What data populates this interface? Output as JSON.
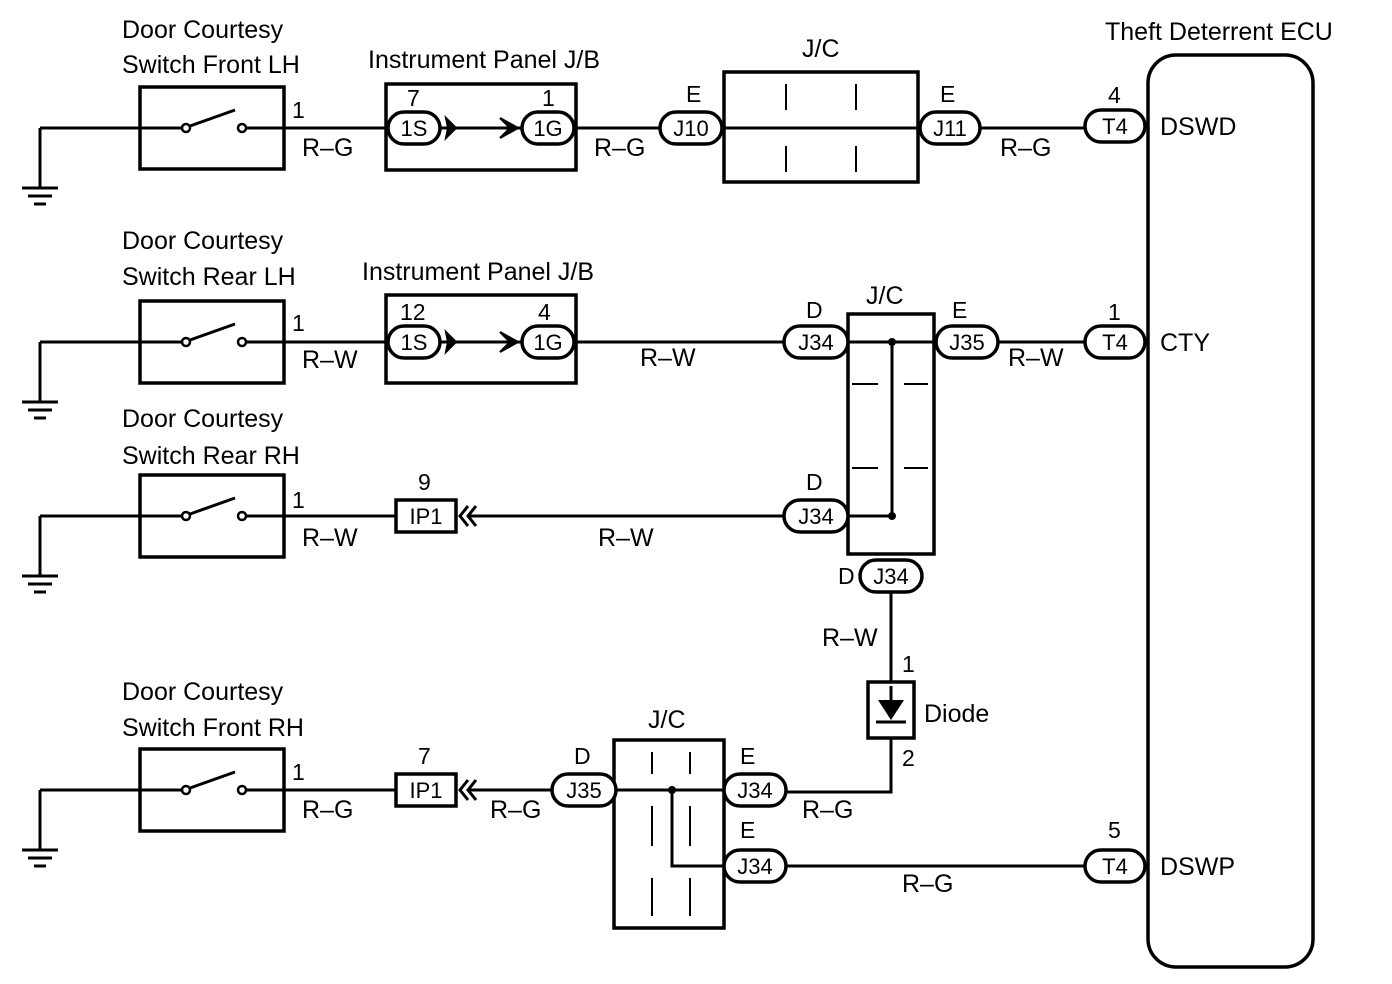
{
  "ecu": {
    "title": "Theft Deterrent ECU",
    "pins": [
      {
        "num": "4",
        "conn": "T4",
        "name": "DSWD"
      },
      {
        "num": "1",
        "conn": "T4",
        "name": "CTY"
      },
      {
        "num": "5",
        "conn": "T4",
        "name": "DSWP"
      }
    ]
  },
  "switches": [
    {
      "line1": "Door Courtesy",
      "line2": "Switch Front LH",
      "pin": "1",
      "wire": "R–G"
    },
    {
      "line1": "Door Courtesy",
      "line2": "Switch Rear LH",
      "pin": "1",
      "wire": "R–W"
    },
    {
      "line1": "Door Courtesy",
      "line2": "Switch Rear RH",
      "pin": "1",
      "wire": "R–W"
    },
    {
      "line1": "Door Courtesy",
      "line2": "Switch Front RH",
      "pin": "1",
      "wire": "R–G"
    }
  ],
  "jb_blocks": [
    {
      "title": "Instrument Panel J/B",
      "pin_left": "7",
      "conn_left": "1S",
      "pin_right": "1",
      "conn_right": "1G"
    },
    {
      "title": "Instrument Panel J/B",
      "pin_left": "12",
      "conn_left": "1S",
      "pin_right": "4",
      "conn_right": "1G"
    }
  ],
  "jc_blocks": [
    {
      "title": "J/C"
    },
    {
      "title": "J/C"
    },
    {
      "title": "J/C"
    }
  ],
  "connectors": {
    "j10": {
      "letter": "E",
      "label": "J10"
    },
    "j11": {
      "letter": "E",
      "label": "J11"
    },
    "j34_a": {
      "letter": "D",
      "label": "J34"
    },
    "j35_a": {
      "letter": "E",
      "label": "J35"
    },
    "j34_b": {
      "letter": "D",
      "label": "J34"
    },
    "j34_c": {
      "letter": "D",
      "label": "J34"
    },
    "j35_b": {
      "letter": "D",
      "label": "J35"
    },
    "j34_d": {
      "letter": "E",
      "label": "J34"
    },
    "j34_e": {
      "letter": "E",
      "label": "J34"
    }
  },
  "ip1_a": {
    "pin": "9",
    "label": "IP1"
  },
  "ip1_b": {
    "pin": "7",
    "label": "IP1"
  },
  "diode": {
    "label": "Diode",
    "pin_top": "1",
    "pin_bottom": "2"
  },
  "wires": {
    "row1_mid": "R–G",
    "row1_right": "R–G",
    "row2_mid": "R–W",
    "row2_right": "R–W",
    "row3_mid": "R–W",
    "vertical": "R–W",
    "row4_mid": "R–G",
    "row4_right": "R–G",
    "row5": "R–G"
  }
}
